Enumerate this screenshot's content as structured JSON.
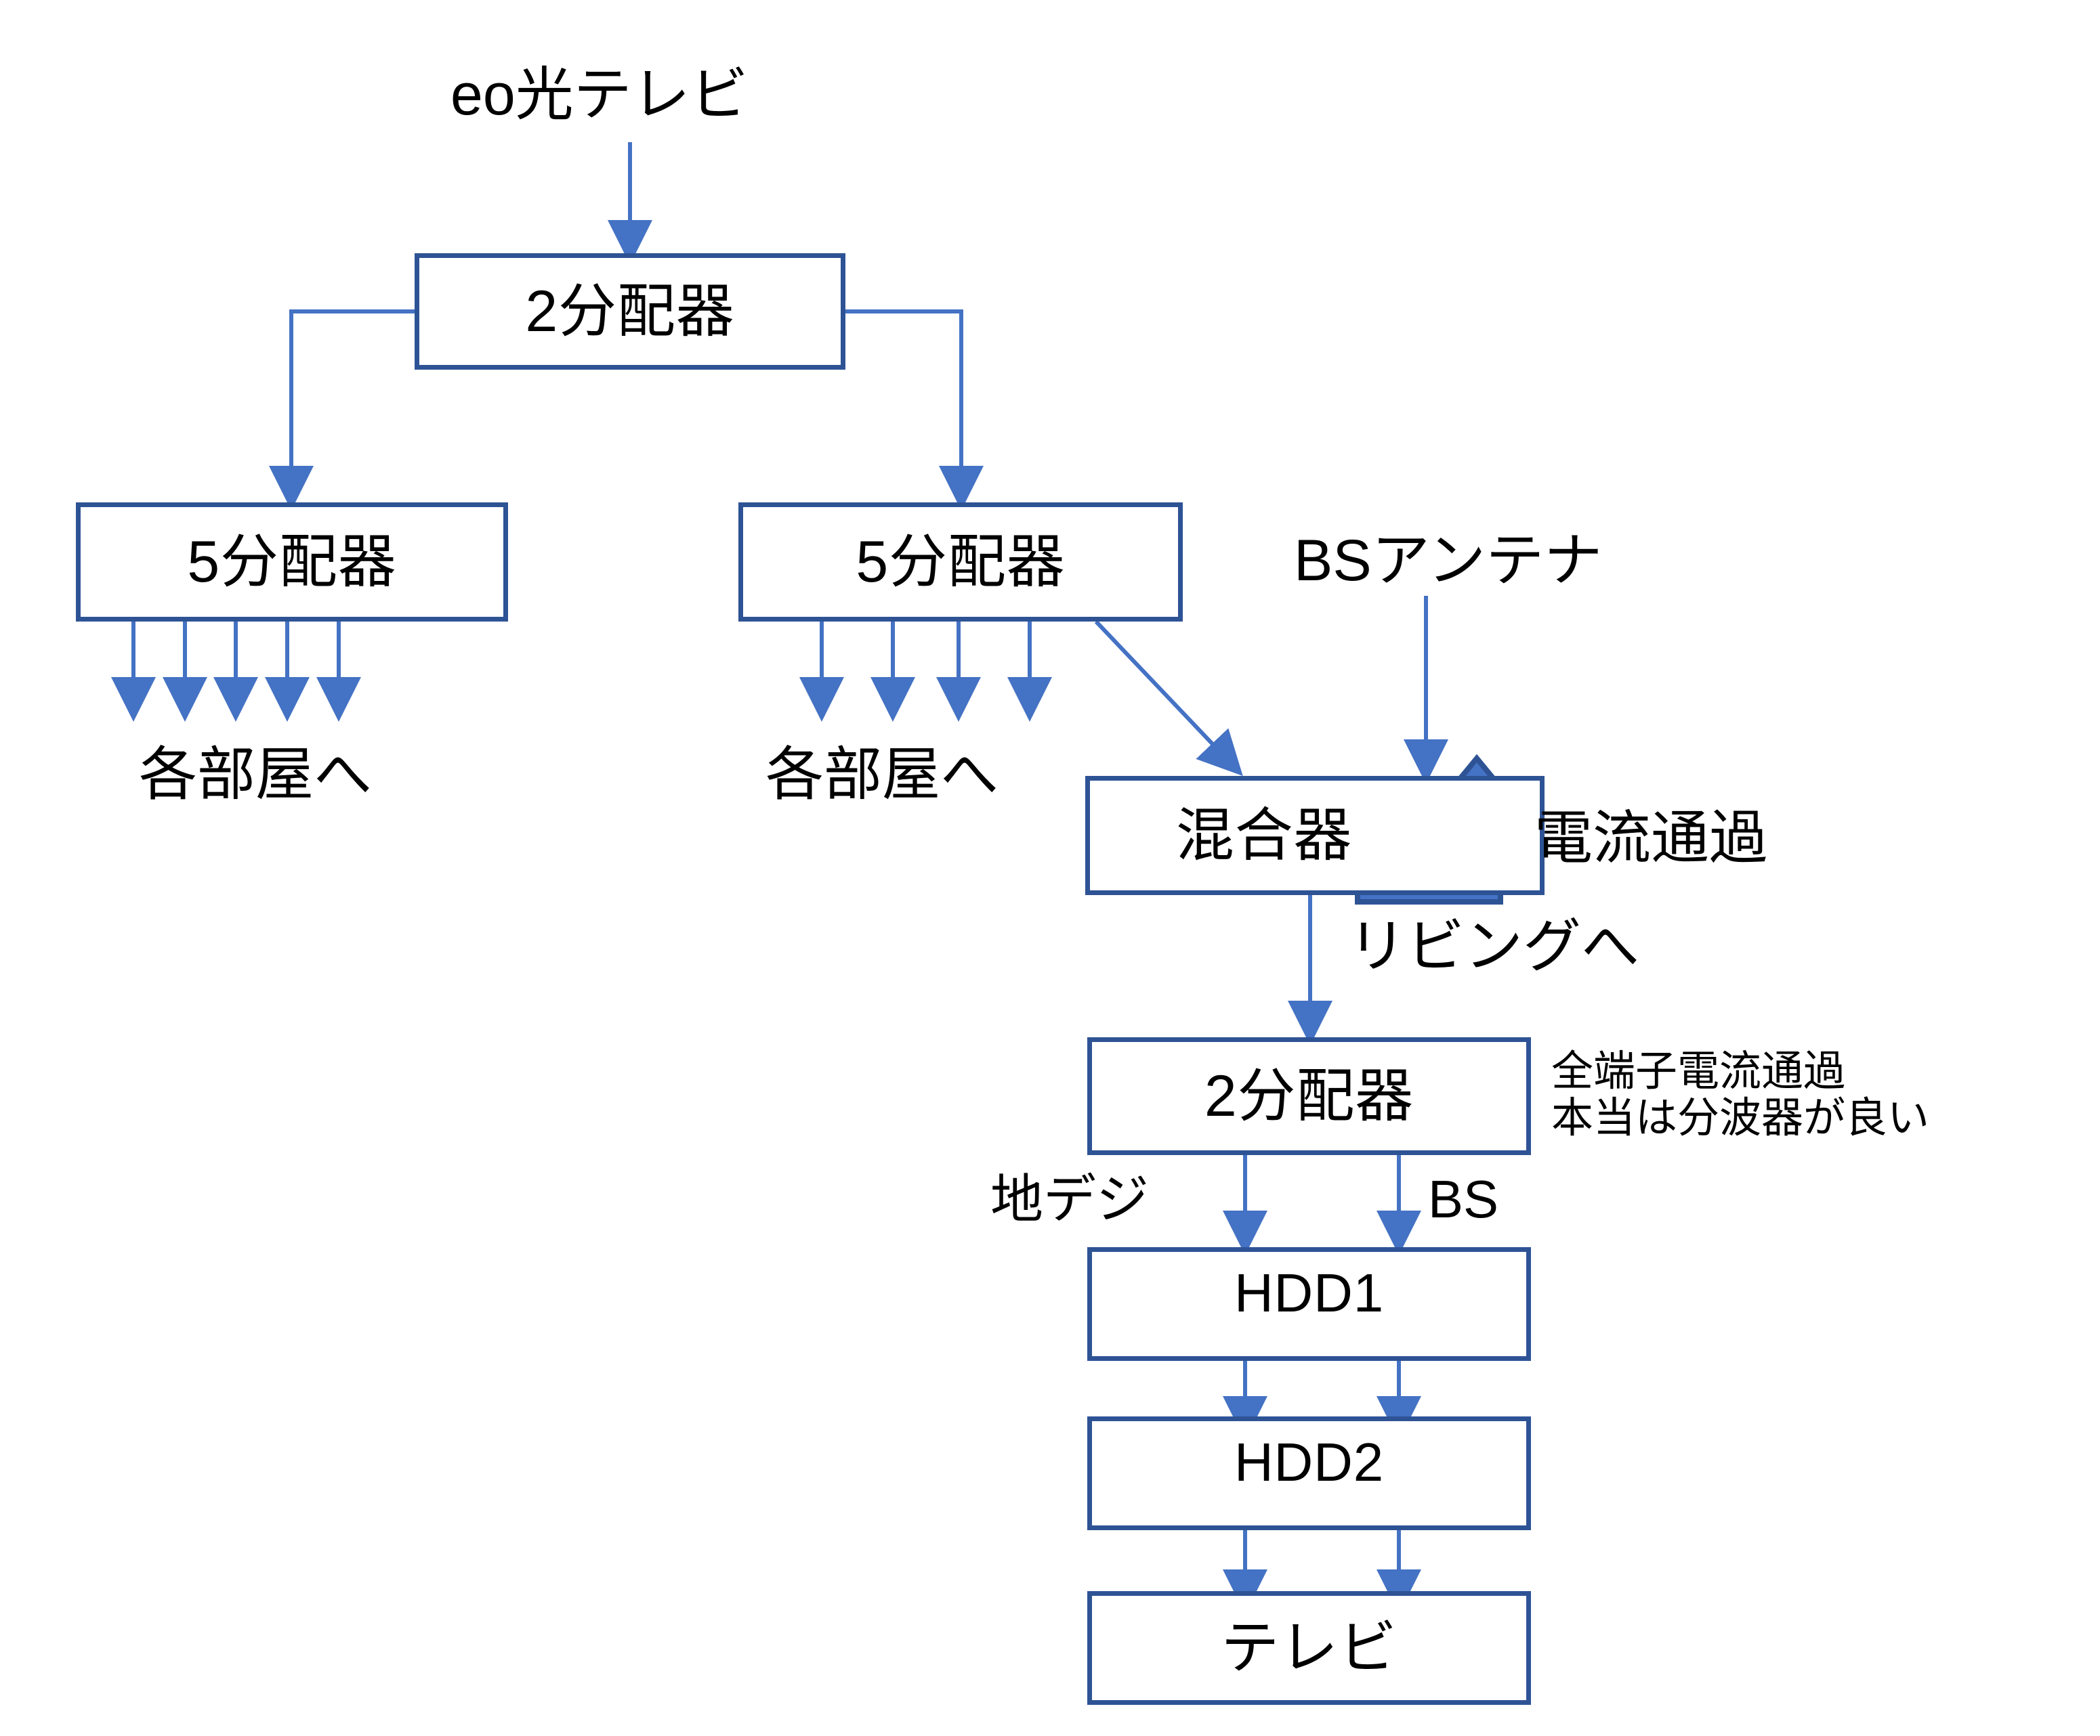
{
  "diagram": {
    "title_text": "eo光テレビ",
    "accent_color": "#2e5395",
    "arrow_color": "#4472c4",
    "background_color": "#ffffff",
    "nodes": [
      {
        "id": "splitter2_top",
        "label": "2分配器"
      },
      {
        "id": "splitter5_left",
        "label": "5分配器"
      },
      {
        "id": "splitter5_right",
        "label": "5分配器"
      },
      {
        "id": "mixer",
        "label": "混合器"
      },
      {
        "id": "splitter2_bottom",
        "label": "2分配器"
      },
      {
        "id": "hdd1",
        "label": "HDD1"
      },
      {
        "id": "hdd2",
        "label": "HDD2"
      },
      {
        "id": "tv",
        "label": "テレビ"
      }
    ],
    "labels": {
      "source": "eo光テレビ",
      "rooms_left": "各部屋へ",
      "rooms_right": "各部屋へ",
      "bs_antenna": "BSアンテナ",
      "current_pass": "電流通過",
      "to_living": "リビングへ",
      "all_terminals_note_line1": "全端子電流通過",
      "all_terminals_note_line2": "本当は分波器が良い",
      "terrestrial": "地デジ",
      "bs": "BS"
    },
    "icons": {
      "current_arrow": "bent-up-arrow-icon"
    }
  }
}
